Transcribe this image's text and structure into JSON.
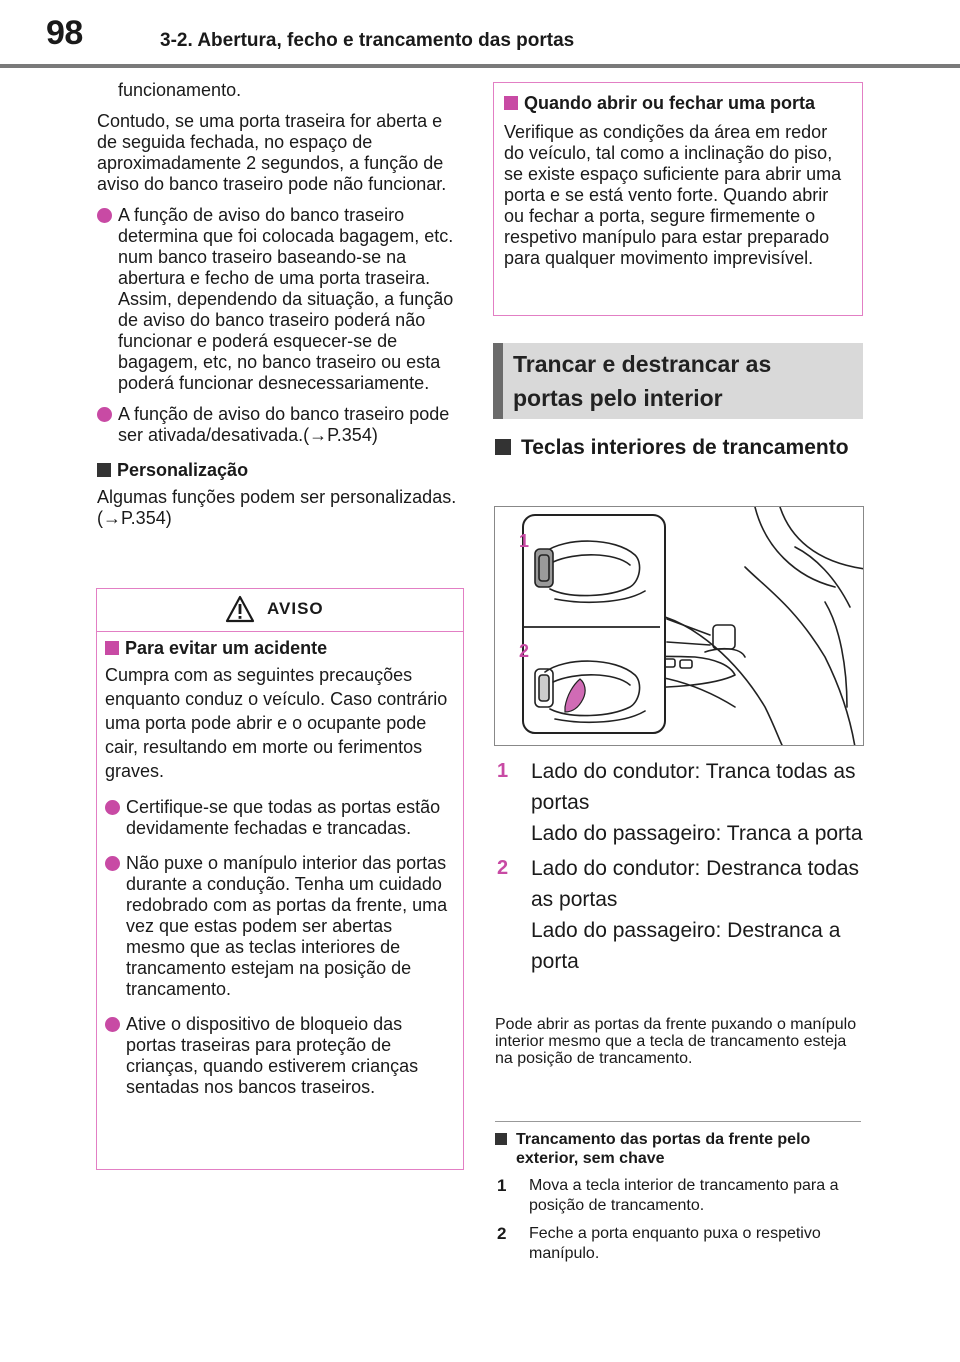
{
  "header": {
    "page_number": "98",
    "section_title": "3-2. Abertura, fecho e trancamento das portas"
  },
  "left": {
    "p1": "funcionamento.",
    "p2": "Contudo, se uma porta traseira for aberta e de seguida fechada, no espaço de aproximadamente 2 segundos, a função de aviso do banco traseiro pode não funcionar.",
    "bullets": [
      "A função de aviso do banco traseiro determina que foi colocada bagagem, etc. num banco traseiro baseando-se na abertura e fecho de uma porta traseira. Assim, dependendo da situação, a função de aviso do banco traseiro poderá não funcionar e poderá esquecer-se de bagagem, etc, no banco traseiro ou esta poderá funcionar desnecessariamente.",
      "A função de aviso do banco traseiro pode ser ativada/desativada.(→P.354)"
    ],
    "custom_heading": "Personalização",
    "custom_text": "Algumas funções podem ser personalizadas. (→P.354)"
  },
  "warning": {
    "title": "AVISO",
    "heading": "Para evitar um acidente",
    "intro": "Cumpra com as seguintes precauções enquanto conduz o veículo. Caso contrário uma porta pode abrir e o ocupante pode cair, resultando em morte ou ferimentos graves.",
    "bullets": [
      "Certifique-se que todas as portas estão devidamente fechadas e trancadas.",
      "Não puxe o manípulo interior das portas durante a condução. Tenha um cuidado redobrado com as portas da frente, uma vez que estas podem ser abertas mesmo que as teclas interiores de trancamento estejam na posição de trancamento.",
      "Ative o dispositivo de bloqueio das portas traseiras para proteção de crianças, quando estiverem crianças sentadas nos bancos traseiros."
    ]
  },
  "note": {
    "heading": "Quando abrir ou fechar uma porta",
    "text": "Verifique as condições da área em redor do veículo, tal como a inclinação do piso, se existe espaço suficiente para abrir uma porta e se está vento forte. Quando abrir ou fechar a porta, segure firmemente o respetivo manípulo para estar preparado para qualquer movimento imprevisível."
  },
  "section_heading": {
    "line1": "Trancar e destrancar as",
    "line2": "portas pelo interior"
  },
  "subsection": {
    "title": "Teclas interiores de trancamento",
    "illustration_labels": [
      "1",
      "2"
    ],
    "steps": [
      {
        "num": "1",
        "line1": "Lado do condutor: Tranca todas as portas",
        "line2": "Lado do passageiro: Tranca a porta"
      },
      {
        "num": "2",
        "line1": "Lado do condutor: Destranca todas as portas",
        "line2": "Lado do passageiro: Destranca a porta"
      }
    ],
    "after_text": "Pode abrir as portas da frente puxando o manípulo interior mesmo que a tecla de trancamento esteja na posição de trancamento."
  },
  "subsection2": {
    "heading": "Trancamento das portas da frente pelo exterior, sem chave",
    "steps": [
      {
        "num": "1",
        "text": "Mova a tecla interior de trancamento para a posição de trancamento."
      },
      {
        "num": "2",
        "text": "Feche a porta enquanto puxa o respetivo manípulo."
      }
    ]
  },
  "colors": {
    "accent": "#c84aa4",
    "box_border": "#e27fc4",
    "heading_bg": "#d9d9d9",
    "heading_bar": "#6b6b6b"
  },
  "icons": [
    "warning-triangle-icon"
  ]
}
